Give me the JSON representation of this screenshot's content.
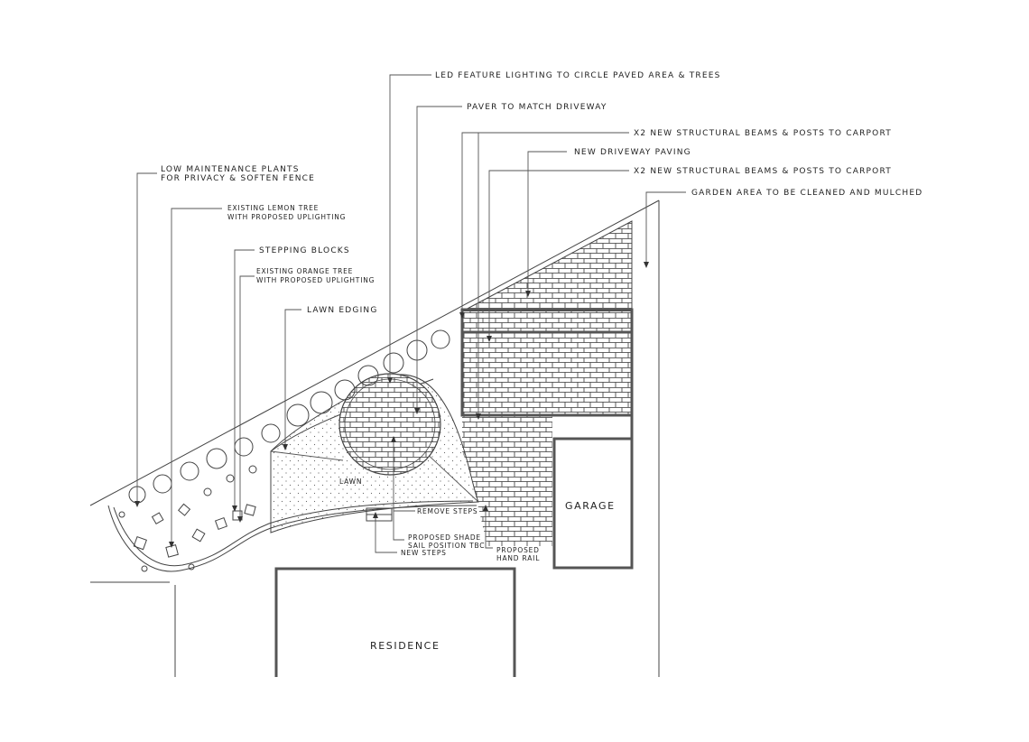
{
  "annotations": {
    "led_lighting": "LED FEATURE LIGHTING TO CIRCLE PAVED AREA & TREES",
    "paver_match": "PAVER TO MATCH DRIVEWAY",
    "beams_1": "X2 NEW STRUCTURAL BEAMS & POSTS TO CARPORT",
    "new_driveway": "NEW DRIVEWAY PAVING",
    "beams_2": "X2 NEW STRUCTURAL BEAMS & POSTS TO CARPORT",
    "garden_area": "GARDEN AREA TO BE CLEANED AND MULCHED",
    "low_maint_1": "LOW MAINTENANCE PLANTS",
    "low_maint_2": "FOR PRIVACY & SOFTEN FENCE",
    "lemon_1": "EXISTING LEMON TREE",
    "lemon_2": "WITH PROPOSED UPLIGHTING",
    "stepping": "STEPPING BLOCKS",
    "orange_1": "EXISTING ORANGE TREE",
    "orange_2": "WITH PROPOSED UPLIGHTING",
    "lawn_edging": "LAWN EDGING",
    "remove_steps": "REMOVE STEPS",
    "shade_1": "PROPOSED SHADE",
    "shade_2": "SAIL POSITION TBC",
    "new_steps": "NEW STEPS",
    "handrail_1": "PROPOSED",
    "handrail_2": "HAND RAIL",
    "lawn": "LAWN"
  },
  "buildings": {
    "garage": "GARAGE",
    "residence": "RESIDENCE"
  },
  "colors": {
    "line": "#444444",
    "heavy": "#555555",
    "text": "#222222",
    "background": "#ffffff"
  }
}
